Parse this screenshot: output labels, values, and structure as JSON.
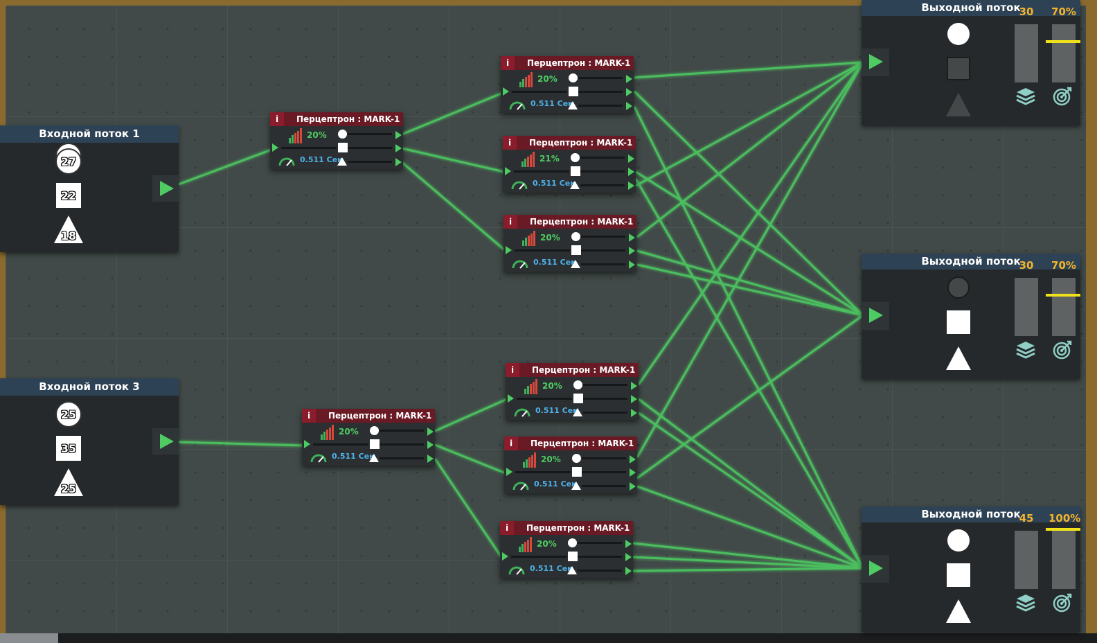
{
  "inputs": [
    {
      "title": "Входной поток 1",
      "circle": "27",
      "square": "22",
      "triangle": "18"
    },
    {
      "title": "Входной поток 3",
      "circle": "25",
      "square": "35",
      "triangle": "25"
    }
  ],
  "perceptrons": [
    {
      "id": "p1",
      "title": "Перцептрон : MARK-1",
      "info": "i",
      "percent": "20%",
      "time": "0.511 Сек"
    },
    {
      "id": "p2",
      "title": "Перцептрон : MARK-1",
      "info": "i",
      "percent": "20%",
      "time": "0.511 Сек"
    },
    {
      "id": "p3",
      "title": "Перцептрон : MARK-1",
      "info": "i",
      "percent": "21%",
      "time": "0.511 Сек"
    },
    {
      "id": "p4",
      "title": "Перцептрон : MARK-1",
      "info": "i",
      "percent": "20%",
      "time": "0.511 Сек"
    },
    {
      "id": "p5",
      "title": "Перцептрон : MARK-1",
      "info": "i",
      "percent": "20%",
      "time": "0.511 Сек"
    },
    {
      "id": "p6",
      "title": "Перцептрон : MARK-1",
      "info": "i",
      "percent": "20%",
      "time": "0.511 Сек"
    },
    {
      "id": "p7",
      "title": "Перцептрон : MARK-1",
      "info": "i",
      "percent": "20%",
      "time": "0.511 Сек"
    },
    {
      "id": "p8",
      "title": "Перцептрон : MARK-1",
      "info": "i",
      "percent": "20%",
      "time": "0.511 Сек"
    }
  ],
  "outputs": [
    {
      "title": "Выходной поток",
      "count": "30",
      "accuracy": "70%",
      "circle_active": true,
      "square_active": false,
      "triangle_active": false,
      "target_level": 0.7
    },
    {
      "title": "Выходной поток",
      "count": "30",
      "accuracy": "70%",
      "circle_active": false,
      "square_active": true,
      "triangle_active": true,
      "target_level": 0.7
    },
    {
      "title": "Выходной поток",
      "count": "45",
      "accuracy": "100%",
      "circle_active": true,
      "square_active": true,
      "triangle_active": true,
      "target_level": 1.0
    }
  ],
  "colors": {
    "wire": "#4ecb62",
    "accent_yellow": "#f0e21a",
    "count_orange": "#f3b32b",
    "header_blue": "#2e4255",
    "perceptron_header": "#6a1a24",
    "time_blue": "#4fb0e8"
  },
  "icons": {
    "play": "play-icon",
    "layers": "layers-icon",
    "target": "target-icon",
    "speed": "speedometer-icon",
    "stats": "bar-chart-icon"
  }
}
